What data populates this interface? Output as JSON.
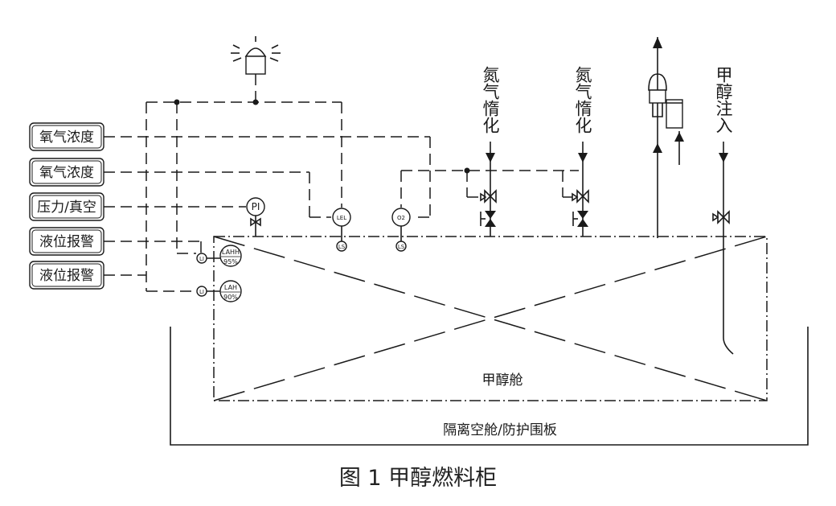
{
  "signal_boxes": [
    "氧气浓度",
    "氧气浓度",
    "压力/真空",
    "液位报警",
    "液位报警"
  ],
  "vertical_labels": [
    "氮气惰化",
    "氮气惰化",
    "甲醇注入"
  ],
  "tank_label": "甲醇舱",
  "cofferdam_label": "隔离空舱/防护围板",
  "caption": "图 1 甲醇燃料柜",
  "instruments": {
    "pressure_indicator": "PI",
    "level_alarm_high_high": "LAHH",
    "level_alarm_high_high_value": "95%",
    "level_alarm_high": "LAH",
    "level_alarm_high_value": "90%",
    "level_switch": "LS",
    "level_transmitter": "LI",
    "gas_detector_left": "LEL",
    "gas_detector_right": "O2"
  }
}
